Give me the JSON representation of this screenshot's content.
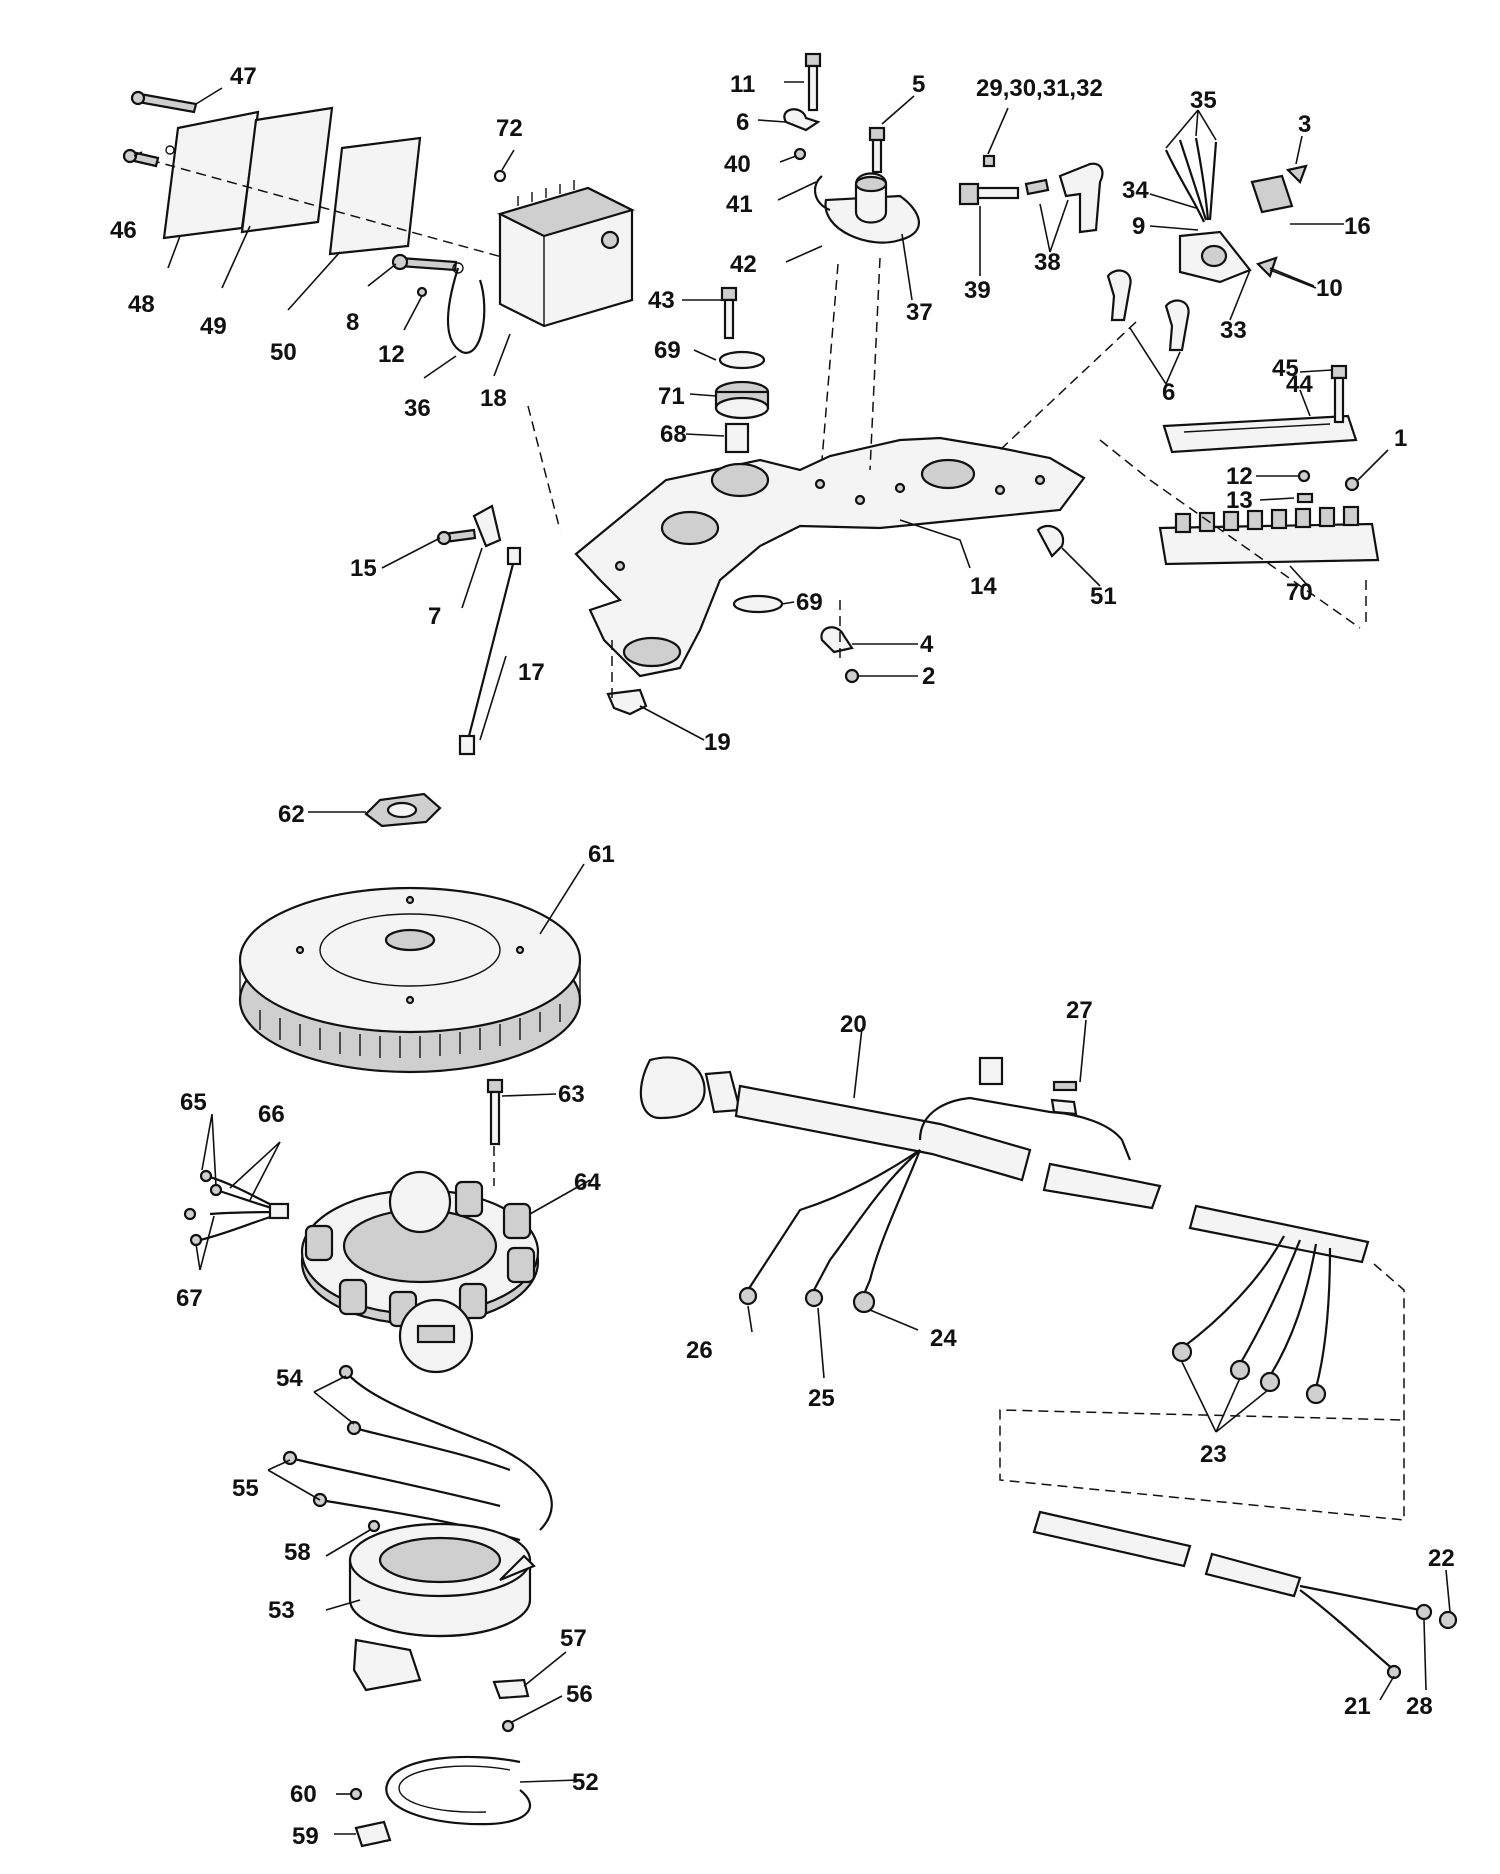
{
  "diagram": {
    "callouts": {
      "c1": "1",
      "c2": "2",
      "c3": "3",
      "c4": "4",
      "c5": "5",
      "c6a": "6",
      "c6b": "6",
      "c7": "7",
      "c8": "8",
      "c9": "9",
      "c10": "10",
      "c11": "11",
      "c12a": "12",
      "c12b": "12",
      "c13": "13",
      "c14": "14",
      "c15": "15",
      "c16": "16",
      "c17": "17",
      "c18": "18",
      "c19": "19",
      "c20": "20",
      "c21": "21",
      "c22": "22",
      "c23": "23",
      "c24": "24",
      "c25": "25",
      "c26": "26",
      "c27": "27",
      "c28": "28",
      "c29_32": "29,30,31,32",
      "c33": "33",
      "c34": "34",
      "c35": "35",
      "c36": "36",
      "c37": "37",
      "c38": "38",
      "c39": "39",
      "c40": "40",
      "c41": "41",
      "c42": "42",
      "c43": "43",
      "c44": "44",
      "c45": "45",
      "c46": "46",
      "c47": "47",
      "c48": "48",
      "c49": "49",
      "c50": "50",
      "c51": "51",
      "c52": "52",
      "c53": "53",
      "c54": "54",
      "c55": "55",
      "c56": "56",
      "c57": "57",
      "c58": "58",
      "c59": "59",
      "c60": "60",
      "c61": "61",
      "c62": "62",
      "c63": "63",
      "c64": "64",
      "c65": "65",
      "c66": "66",
      "c67": "67",
      "c68": "68",
      "c69a": "69",
      "c69b": "69",
      "c70": "70",
      "c71": "71",
      "c72": "72"
    }
  }
}
